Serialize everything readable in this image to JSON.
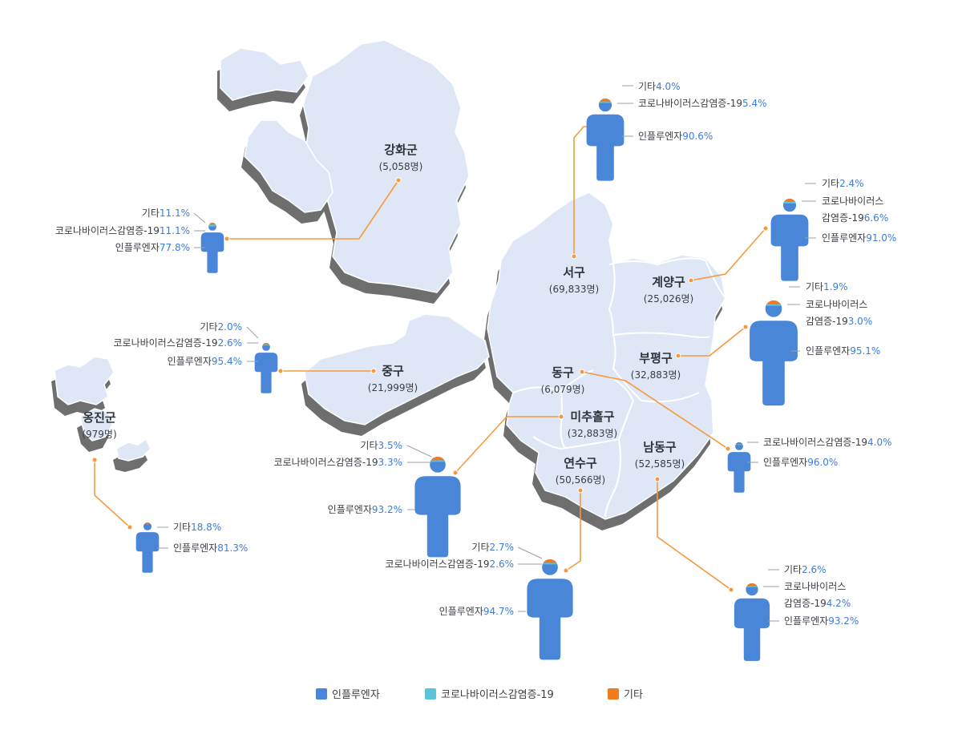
{
  "colors": {
    "influenza": "#4a86d8",
    "covid": "#5bc4d8",
    "other": "#f07b1e",
    "land": "#dfe7f6",
    "land_shadow": "#6e6e6e",
    "leader": "#f59a3c",
    "pct_text": "#3b7ddd"
  },
  "districts": [
    {
      "key": "ganghwa",
      "name": "강화군",
      "pop": "(5,058명)"
    },
    {
      "key": "seo",
      "name": "서구",
      "pop": "(69,833명)"
    },
    {
      "key": "gyeyang",
      "name": "계양구",
      "pop": "(25,026명)"
    },
    {
      "key": "bupyeong",
      "name": "부평구",
      "pop": "(32,883명)"
    },
    {
      "key": "jung",
      "name": "중구",
      "pop": "(21,999명)"
    },
    {
      "key": "ongjin",
      "name": "옹진군",
      "pop": "(979명)"
    },
    {
      "key": "dong",
      "name": "동구",
      "pop": "(6,079명)"
    },
    {
      "key": "michuhol",
      "name": "미추홀구",
      "pop": "(32,883명)"
    },
    {
      "key": "namdong",
      "name": "남동구",
      "pop": "(52,585명)"
    },
    {
      "key": "yeonsu",
      "name": "연수구",
      "pop": "(50,566명)"
    }
  ],
  "breakdowns": [
    {
      "key": "seo",
      "rows": [
        {
          "label": "기타",
          "value": "4.0%"
        },
        {
          "label": "코로나바이러스감염증-19",
          "value": "5.4%"
        },
        {
          "label": "인플루엔자",
          "value": "90.6%"
        }
      ]
    },
    {
      "key": "gyeyang",
      "rows": [
        {
          "label": "기타",
          "value": "2.4%"
        },
        {
          "label": "코로나바이러스",
          "value": ""
        },
        {
          "label": "감염증-19",
          "value": "6.6%"
        },
        {
          "label": "인플루엔자",
          "value": "91.0%"
        }
      ]
    },
    {
      "key": "bupyeong",
      "rows": [
        {
          "label": "기타",
          "value": "1.9%"
        },
        {
          "label": "코로나바이러스",
          "value": ""
        },
        {
          "label": "감염증-19",
          "value": "3.0%"
        },
        {
          "label": "인플루엔자",
          "value": "95.1%"
        }
      ]
    },
    {
      "key": "dong",
      "rows": [
        {
          "label": "코로나바이러스감염증-19",
          "value": "4.0%"
        },
        {
          "label": "인플루엔자",
          "value": "96.0%"
        }
      ]
    },
    {
      "key": "namdong",
      "rows": [
        {
          "label": "기타",
          "value": "2.6%"
        },
        {
          "label": "코로나바이러스",
          "value": ""
        },
        {
          "label": "감염증-19",
          "value": "4.2%"
        },
        {
          "label": "인플루엔자",
          "value": "93.2%"
        }
      ]
    },
    {
      "key": "ganghwa",
      "rows": [
        {
          "label": "기타",
          "value": "11.1%"
        },
        {
          "label": "코로나바이러스감염증-19",
          "value": "11.1%"
        },
        {
          "label": "인플루엔자",
          "value": "77.8%"
        }
      ]
    },
    {
      "key": "jung",
      "rows": [
        {
          "label": "기타",
          "value": "2.0%"
        },
        {
          "label": "코로나바이러스감염증-19",
          "value": "2.6%"
        },
        {
          "label": "인플루엔자",
          "value": "95.4%"
        }
      ]
    },
    {
      "key": "michuhol",
      "rows": [
        {
          "label": "기타",
          "value": "3.5%"
        },
        {
          "label": "코로나바이러스감염증-19",
          "value": "3.3%"
        },
        {
          "label": "인플루엔자",
          "value": "93.2%"
        }
      ]
    },
    {
      "key": "yeonsu",
      "rows": [
        {
          "label": "기타",
          "value": "2.7%"
        },
        {
          "label": "코로나바이러스감염증-19",
          "value": "2.6%"
        },
        {
          "label": "인플루엔자",
          "value": "94.7%"
        }
      ]
    },
    {
      "key": "ongjin",
      "rows": [
        {
          "label": "기타",
          "value": "18.8%"
        },
        {
          "label": "인플루엔자",
          "value": "81.3%"
        }
      ]
    }
  ],
  "legend": {
    "influenza": "인플루엔자",
    "covid": "코로나바이러스감염증-19",
    "other": "기타"
  }
}
